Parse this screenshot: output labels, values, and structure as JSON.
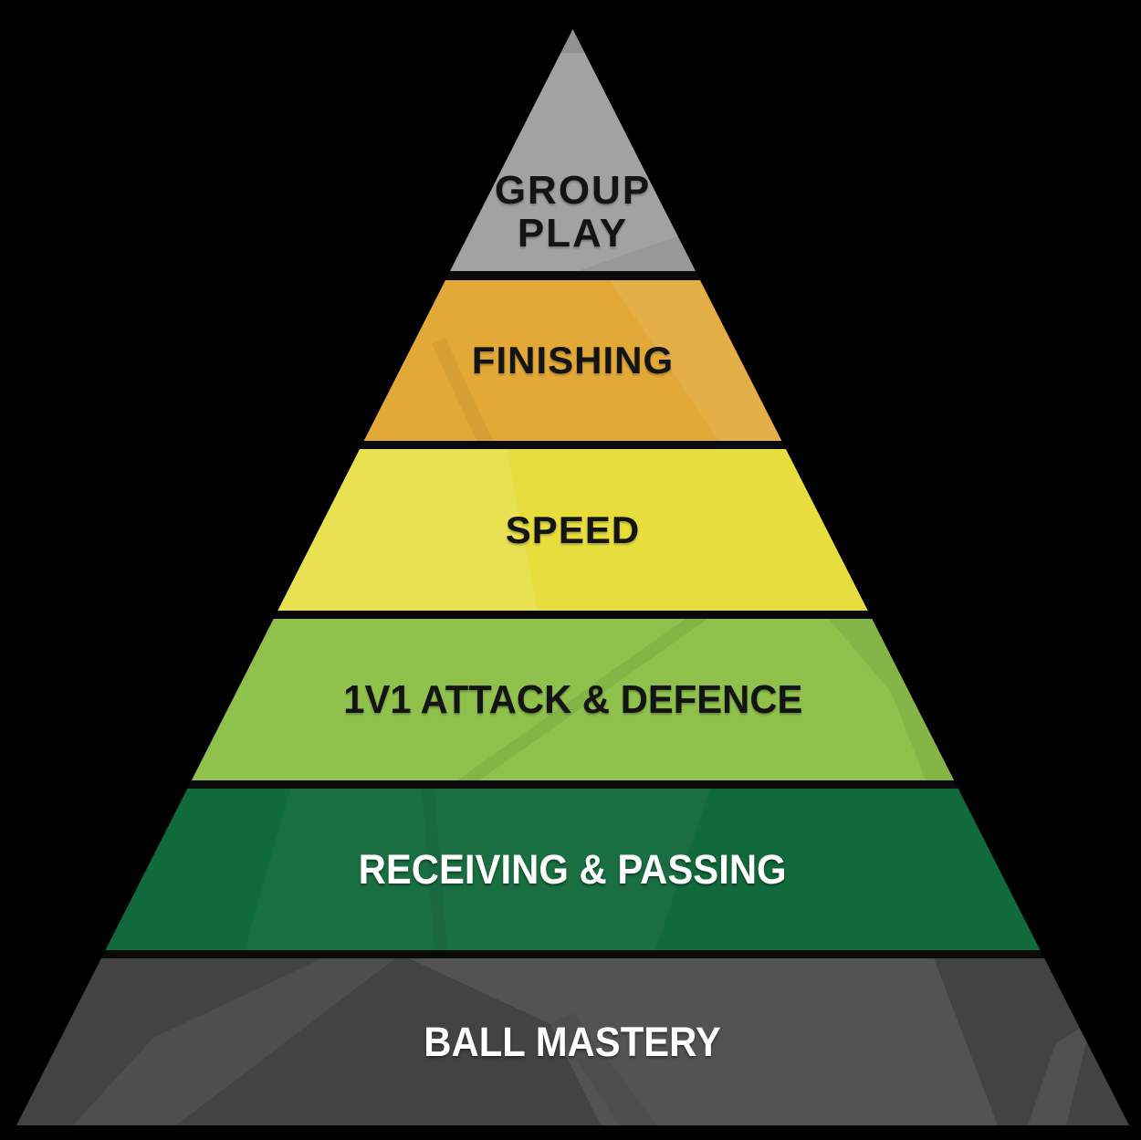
{
  "canvas": {
    "background": "#000000"
  },
  "pyramid": {
    "description": "Football coaching skills pyramid with six levels",
    "divider_color": "#0A0A0A",
    "levels": [
      {
        "id": "group-play",
        "label": "GROUP PLAY",
        "label_lines": [
          "GROUP",
          "PLAY"
        ],
        "color": "#A2A2A0",
        "text_color": "#141414"
      },
      {
        "id": "finishing",
        "label": "FINISHING",
        "color": "#E3A938",
        "text_color": "#141414"
      },
      {
        "id": "speed",
        "label": "SPEED",
        "color": "#E7DE3E",
        "text_color": "#141414"
      },
      {
        "id": "1v1-attack-defence",
        "label": "1V1 ATTACK & DEFENCE",
        "color": "#8FC14C",
        "text_color": "#141414"
      },
      {
        "id": "receiving-passing",
        "label": "RECEIVING & PASSING",
        "color": "#116A3B",
        "text_color": "#FFFFFF"
      },
      {
        "id": "ball-mastery",
        "label": "BALL MASTERY",
        "color": "#434341",
        "text_color": "#FFFFFF"
      }
    ]
  }
}
